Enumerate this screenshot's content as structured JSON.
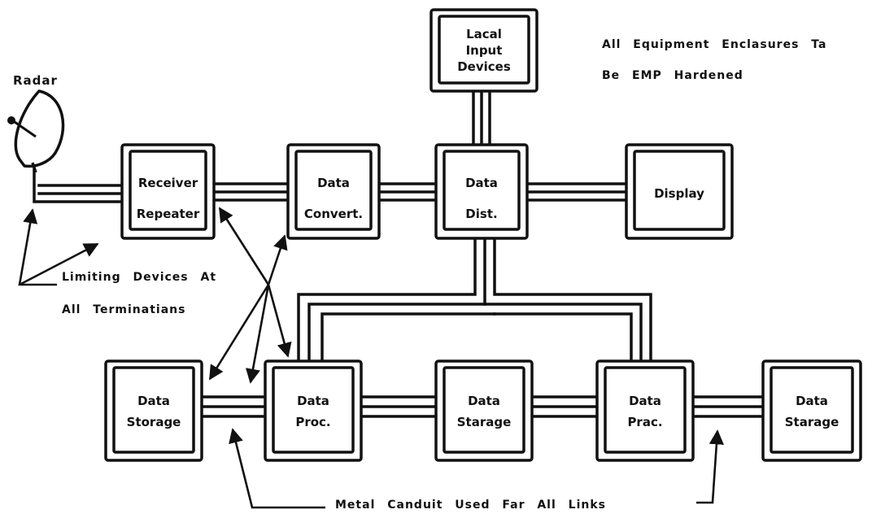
{
  "blocks": {
    "local_input": {
      "line1": "Lacal",
      "line2": "Input",
      "line3": "Devices"
    },
    "receiver": {
      "line1": "Receiver",
      "line2": "Repeater"
    },
    "data_convert": {
      "line1": "Data",
      "line2": "Convert."
    },
    "data_dist": {
      "line1": "Data",
      "line2": "Dist."
    },
    "display": {
      "line1": "Display"
    },
    "storage_left": {
      "line1": "Data",
      "line2": "Storage"
    },
    "proc_left": {
      "line1": "Data",
      "line2": "Proc."
    },
    "storage_mid": {
      "line1": "Data",
      "line2": "Starage"
    },
    "proc_right": {
      "line1": "Data",
      "line2": "Prac."
    },
    "storage_right": {
      "line1": "Data",
      "line2": "Starage"
    }
  },
  "labels": {
    "radar": "Radar",
    "note_line1": "All Equipment Enclasures Ta",
    "note_line2": "Be EMP Hardened",
    "limiting_line1": "Limiting Devices At",
    "limiting_line2": "All Terminatians",
    "conduit": "Metal Canduit Used Far All Links"
  }
}
